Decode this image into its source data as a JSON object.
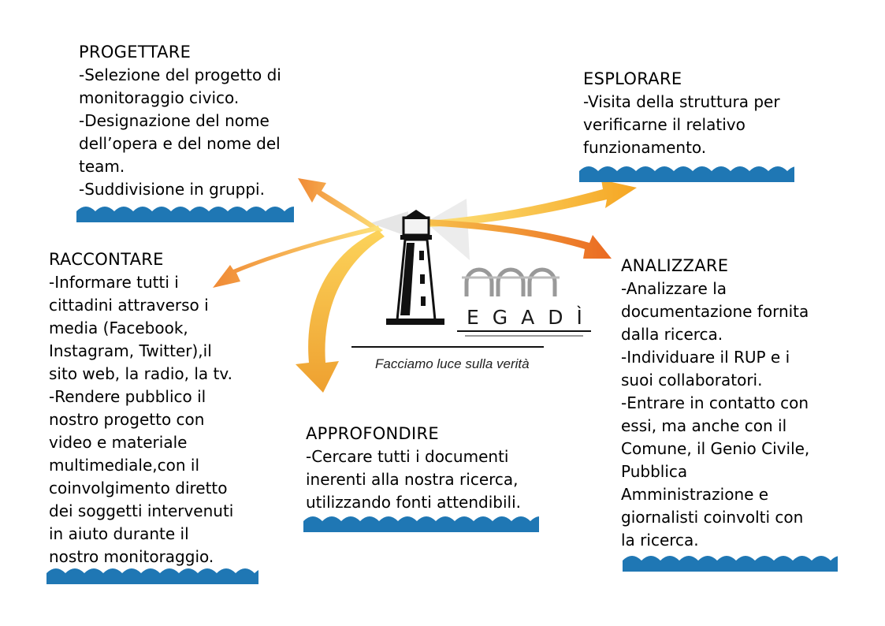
{
  "brand": {
    "letters": "EGADÌ",
    "slogan": "Facciamo luce sulla verità",
    "colors": {
      "arrow_light": "#fbd24a",
      "arrow_dark": "#ef7f2a",
      "wave": "#1f77b4"
    }
  },
  "blocks": {
    "progettare": {
      "title": "PROGETTARE",
      "lines": [
        "-Selezione del progetto di",
        "monitoraggio civico.",
        "-Designazione del nome",
        "dell’opera e del nome del",
        "team.",
        "-Suddivisione in gruppi."
      ]
    },
    "esplorare": {
      "title": "ESPLORARE",
      "lines": [
        "-Visita della struttura per",
        "verificarne il relativo",
        "funzionamento."
      ]
    },
    "raccontare": {
      "title": "RACCONTARE",
      "lines": [
        "-Informare tutti i",
        "cittadini attraverso i",
        "media (Facebook,",
        "Instagram, Twitter),il",
        "sito web, la radio, la tv.",
        "-Rendere pubblico il",
        "nostro progetto con",
        "video e materiale",
        "multimediale,con il",
        "coinvolgimento diretto",
        "dei soggetti intervenuti",
        "in aiuto durante il",
        "nostro monitoraggio."
      ]
    },
    "approfondire": {
      "title": "APPROFONDIRE",
      "lines": [
        "-Cercare tutti i documenti",
        "inerenti alla nostra ricerca,",
        "utilizzando fonti attendibili."
      ]
    },
    "analizzare": {
      "title": "ANALIZZARE",
      "lines": [
        "-Analizzare la",
        "documentazione fornita",
        "dalla ricerca.",
        "-Individuare il RUP e i",
        "suoi collaboratori.",
        "-Entrare in contatto con",
        "essi, ma anche con il",
        "Comune, il Genio Civile,",
        "Pubblica",
        "Amministrazione e",
        "giornalisti coinvolti con",
        "la ricerca."
      ]
    }
  }
}
